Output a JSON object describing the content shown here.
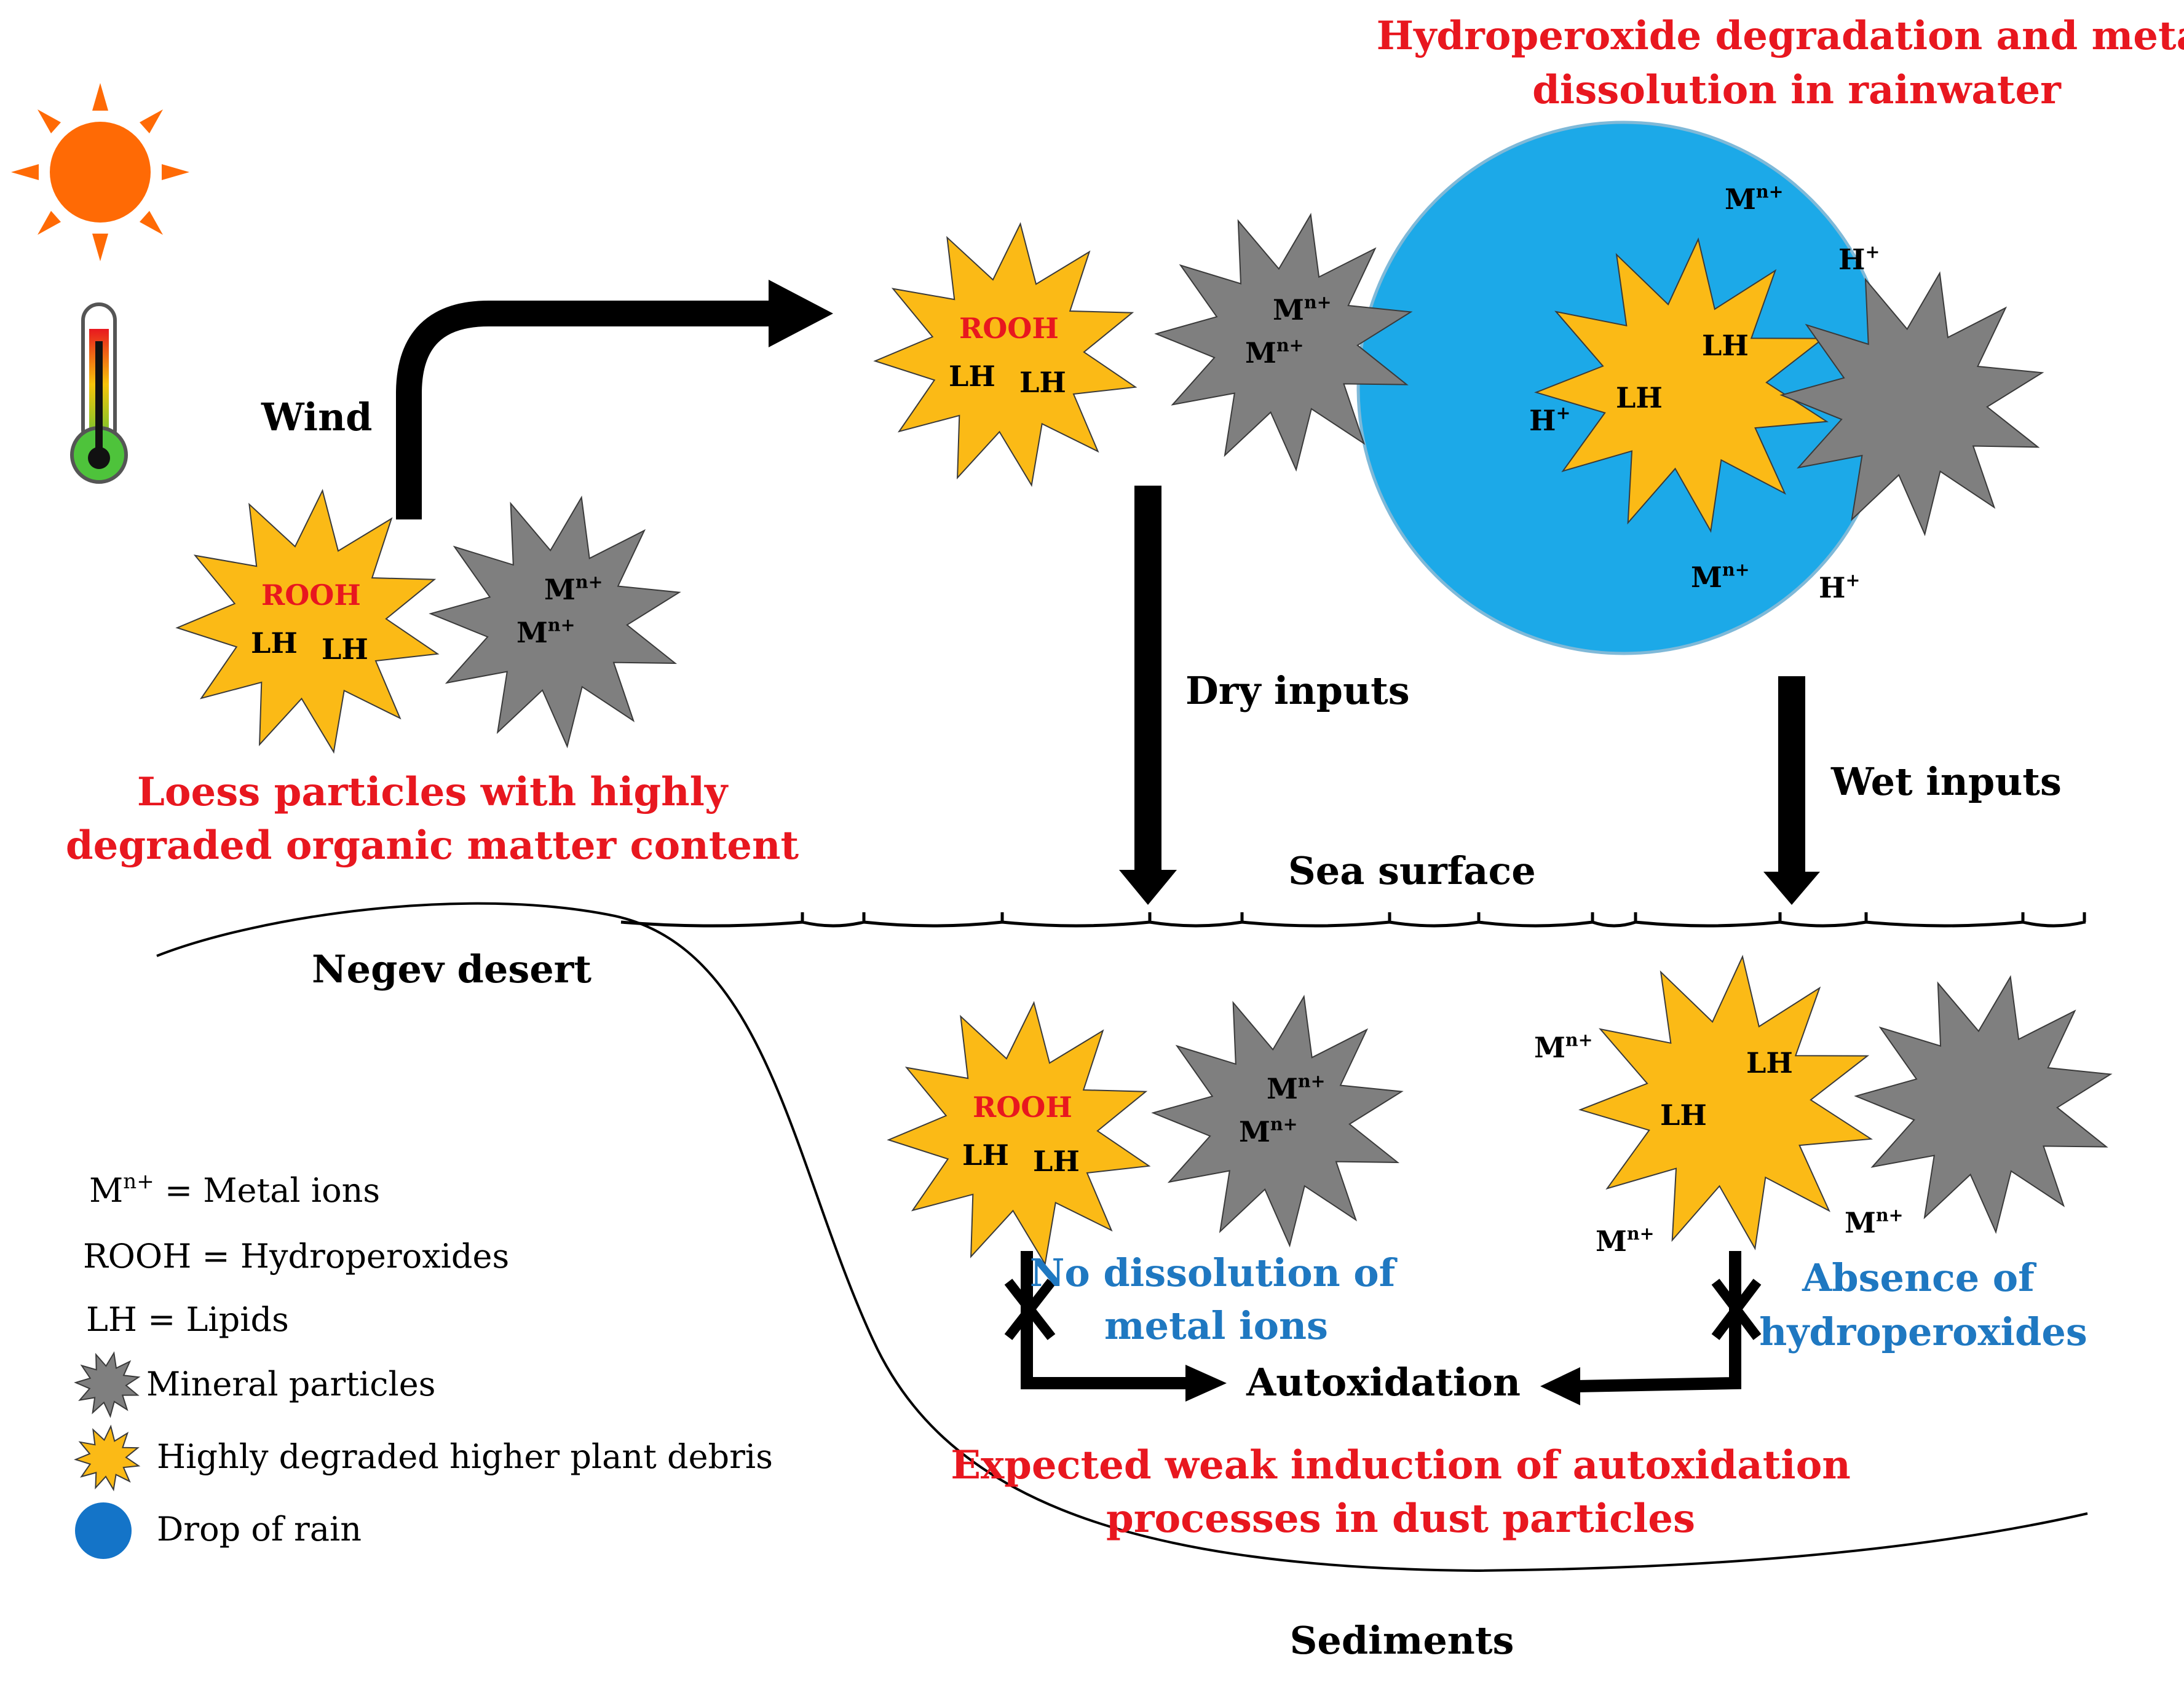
{
  "colors": {
    "yellow_particle": "#fbba16",
    "gray_particle": "#7f7f7f",
    "rain_drop": "#1ca9e8",
    "legend_drop": "#1474c8",
    "sun": "#ff6a05",
    "red_text": "#e8171f",
    "blue_text": "#1f78c1"
  },
  "title": {
    "line1": "Hydroperoxide degradation and metal",
    "line2": "dissolution in rainwater"
  },
  "labels": {
    "wind": "Wind",
    "dry_inputs": "Dry inputs",
    "wet_inputs": "Wet inputs",
    "sea_surface": "Sea surface",
    "negev_desert": "Negev desert",
    "sediments": "Sediments",
    "autoxidation": "Autoxidation"
  },
  "loess_caption": {
    "line1": "Loess particles with highly",
    "line2": "degraded organic matter content"
  },
  "no_dissolution": {
    "line1": "No dissolution  of",
    "line2": "metal ions"
  },
  "absence": {
    "line1": "Absence of",
    "line2": "hydroperoxides"
  },
  "expected": {
    "line1": "Expected weak induction of autoxidation",
    "line2": "processes in dust particles"
  },
  "particle_labels": {
    "rooh": "ROOH",
    "lh": "LH",
    "m_base": "M",
    "m_sup": "n+",
    "h_base": "H",
    "h_sup": "+"
  },
  "legend": {
    "metal_base": "M",
    "metal_sup": "n+",
    "metal_rest": " = Metal ions",
    "rooh": "ROOH = Hydroperoxides",
    "lh": "LH = Lipids",
    "mineral": "Mineral particles",
    "plant": "Highly  degraded higher plant debris",
    "rain": "Drop of rain"
  },
  "icons": [
    "sun-icon",
    "thermometer-icon"
  ]
}
